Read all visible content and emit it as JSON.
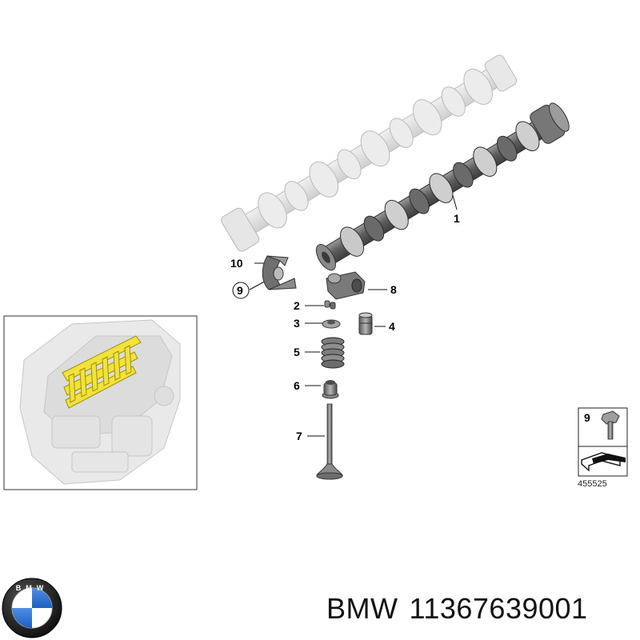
{
  "callouts": [
    {
      "id": "1",
      "label": "1"
    },
    {
      "id": "2",
      "label": "2"
    },
    {
      "id": "3",
      "label": "3"
    },
    {
      "id": "4",
      "label": "4"
    },
    {
      "id": "5",
      "label": "5"
    },
    {
      "id": "6",
      "label": "6"
    },
    {
      "id": "7",
      "label": "7"
    },
    {
      "id": "8",
      "label": "8"
    },
    {
      "id": "9",
      "label": "9"
    },
    {
      "id": "10",
      "label": "10"
    }
  ],
  "legend_box": {
    "item_label": "9",
    "reference_number": "455525"
  },
  "caption": {
    "brand": "BMW",
    "part_number": "11367639001"
  },
  "logo": {
    "name": "bmw-roundel",
    "text": "BMW",
    "colors": {
      "blue": "#1c69d4",
      "ring": "#1a1a1a",
      "white": "#ffffff"
    }
  },
  "colors": {
    "part_dark": "#6d6d6d",
    "part_light": "#d6d6d6",
    "highlight": "#f2e23a"
  }
}
